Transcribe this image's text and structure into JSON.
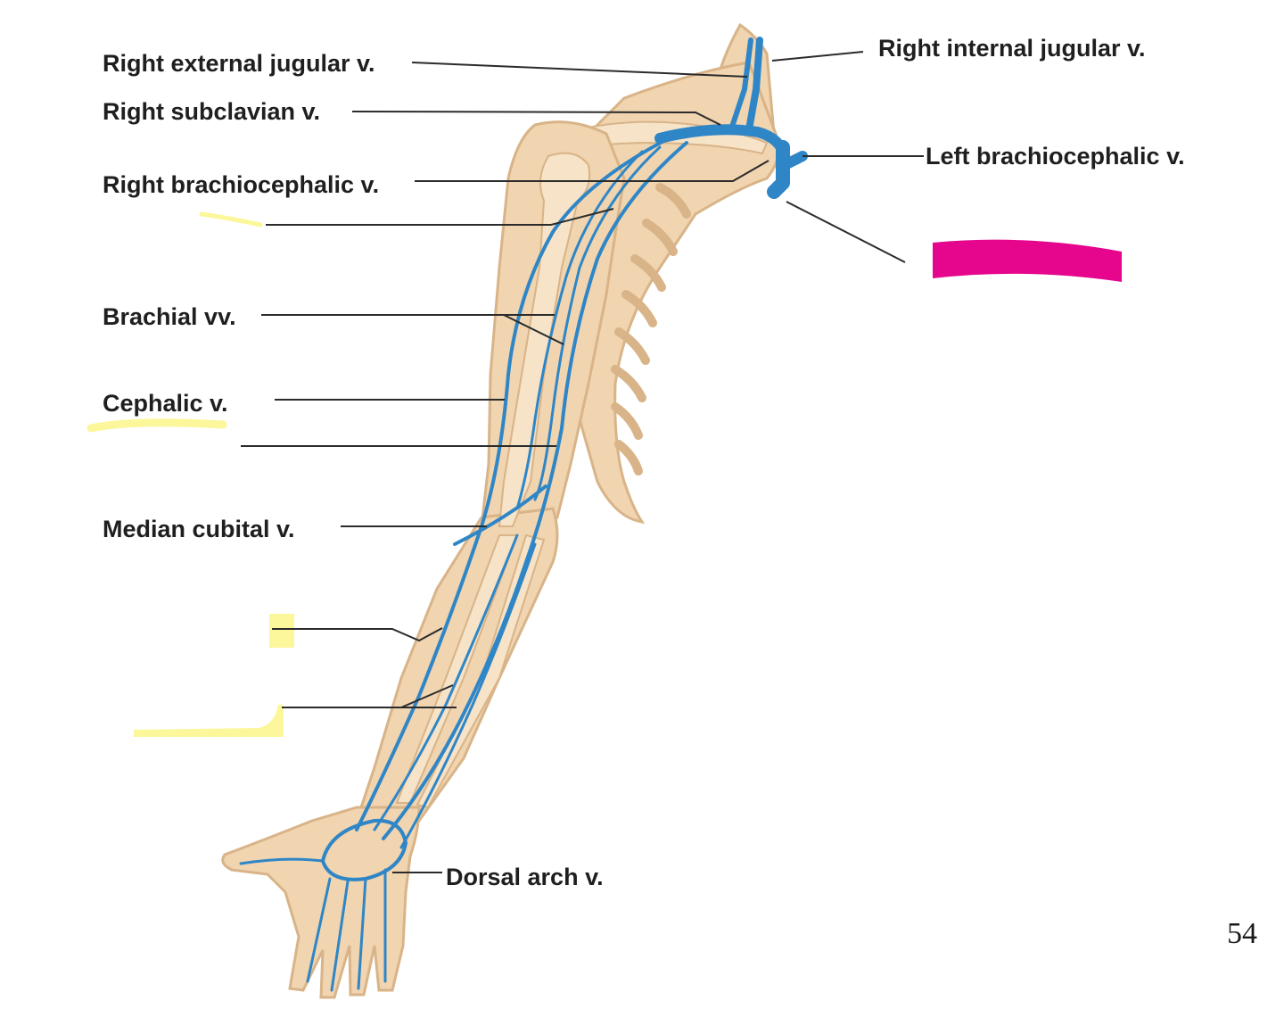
{
  "labels": {
    "right_external_jugular": "Right external jugular v.",
    "right_internal_jugular": "Right internal jugular v.",
    "right_subclavian": "Right subclavian v.",
    "left_brachiocephalic": "Left brachiocephalic v.",
    "right_brachiocephalic": "Right brachiocephalic v.",
    "brachial": "Brachial vv.",
    "cephalic": "Cephalic v.",
    "median_cubital": "Median cubital v.",
    "dorsal_arch": "Dorsal arch v."
  },
  "page_number": "54",
  "colors": {
    "skin": "#f1d4b0",
    "skin_edge": "#d8b488",
    "vein": "#2f86c6",
    "vein_dark": "#1f6aa8",
    "bone": "#f6e3c8",
    "leader": "#2b2b2b",
    "highlight_yellow": "#fbf79a",
    "magenta_marker": "#e6058d"
  }
}
